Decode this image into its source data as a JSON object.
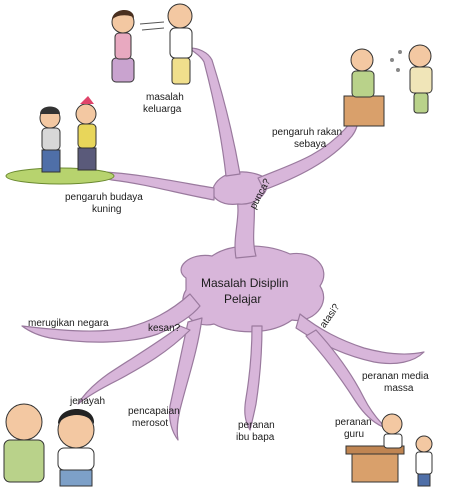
{
  "center": {
    "line1": "Masalah Disiplin",
    "line2": "Pelajar"
  },
  "branch_labels": {
    "punca": "punca?",
    "kesan": "kesan?",
    "atasi": "atasi?"
  },
  "causes": {
    "keluarga": [
      "masalah",
      "keluarga"
    ],
    "rakan_sebaya": [
      "pengaruh rakan",
      "sebaya"
    ],
    "budaya_kuning": [
      "pengaruh budaya",
      "kuning"
    ]
  },
  "effects": {
    "negara": "merugikan negara",
    "pencapaian": [
      "pencapaian",
      "merosot"
    ],
    "jenayah": "jenayah"
  },
  "solutions": {
    "media_massa": [
      "peranan media",
      "massa"
    ],
    "ibu_bapa": [
      "peranan",
      "ibu bapa"
    ],
    "guru": [
      "peranan",
      "guru"
    ]
  },
  "colors": {
    "branch_fill": "#d8b6da",
    "branch_stroke": "#9a7a9e",
    "text": "#1c1c1c"
  }
}
